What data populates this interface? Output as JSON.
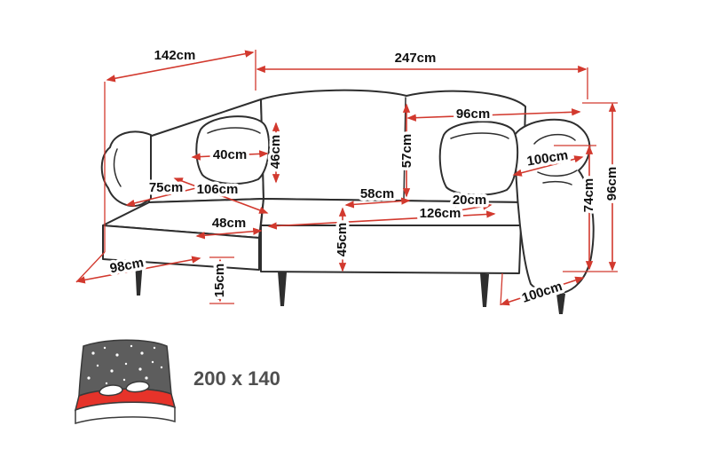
{
  "diagram": {
    "measurements": {
      "total_width": "247cm",
      "left_depth": "142cm",
      "back_cushion_width": "96cm",
      "pillow_width": "40cm",
      "pillow_height": "46cm",
      "backrest_height": "57cm",
      "armrest_height": "100cm",
      "total_height": "96cm",
      "back_height": "74cm",
      "chaise_seat_width": "75cm",
      "chaise_length": "106cm",
      "seat_depth": "58cm",
      "cushion_thickness": "20cm",
      "seat_width": "126cm",
      "chaise_front_height": "48cm",
      "seat_height": "45cm",
      "chaise_floor_depth": "98cm",
      "leg_height": "15cm",
      "right_floor_depth": "100cm"
    },
    "sleeping_area": {
      "label": "200 x 140"
    },
    "colors": {
      "dimension_line": "#d2392e",
      "outline": "#2e2e2e",
      "icon_dark": "#5d5d5d",
      "icon_red": "#e6332a",
      "icon_text": "#4f4f4f"
    }
  }
}
